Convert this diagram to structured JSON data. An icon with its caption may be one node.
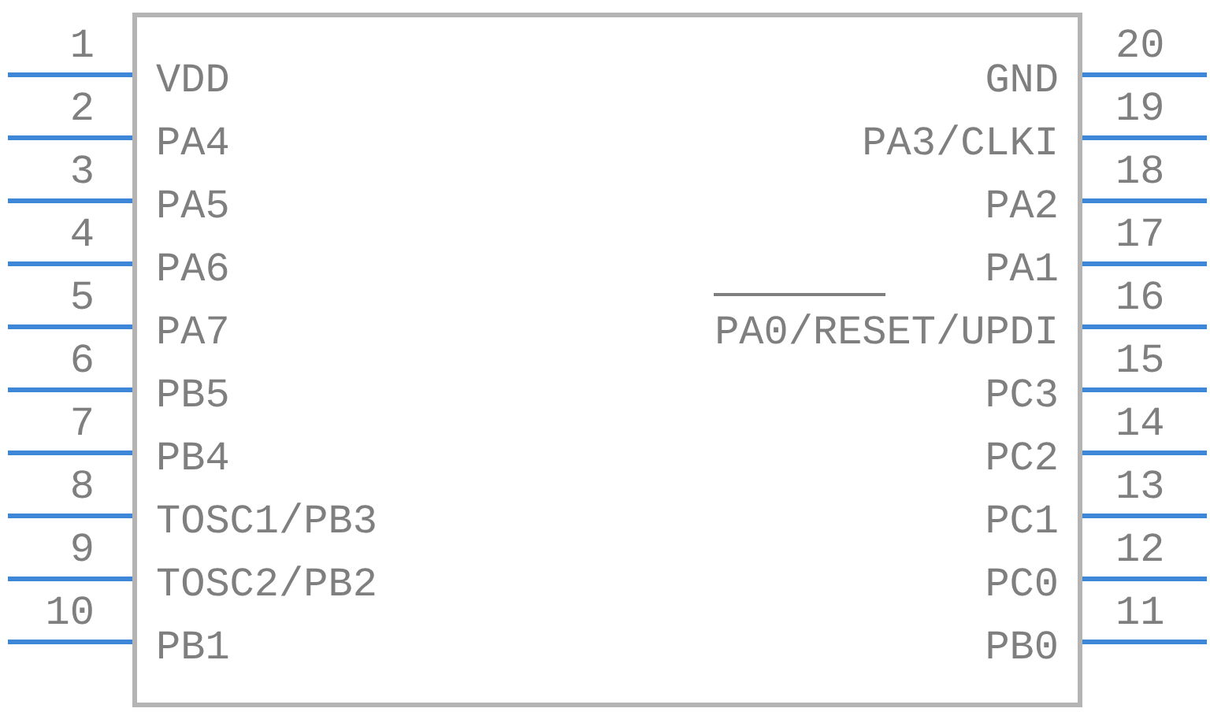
{
  "diagram": {
    "nodes": [
      {
        "text": [
          "VDD",
          "PA4",
          "PA5",
          "PA6",
          "PA7",
          "PB5",
          "PB4",
          "TOSC1/PB3",
          "TOSC2/PB2",
          "PB1",
          "GND",
          "PA3/CLKI",
          "PA2",
          "PA1",
          "PA0/RESET/UPDI",
          "PC3",
          "PC2",
          "PC1",
          "PC0",
          "PB0"
        ]
      }
    ],
    "labels": [
      "1",
      "2",
      "3",
      "4",
      "5",
      "6",
      "7",
      "8",
      "9",
      "10",
      "20",
      "19",
      "18",
      "17",
      "16",
      "15",
      "14",
      "13",
      "12",
      "11"
    ]
  }
}
